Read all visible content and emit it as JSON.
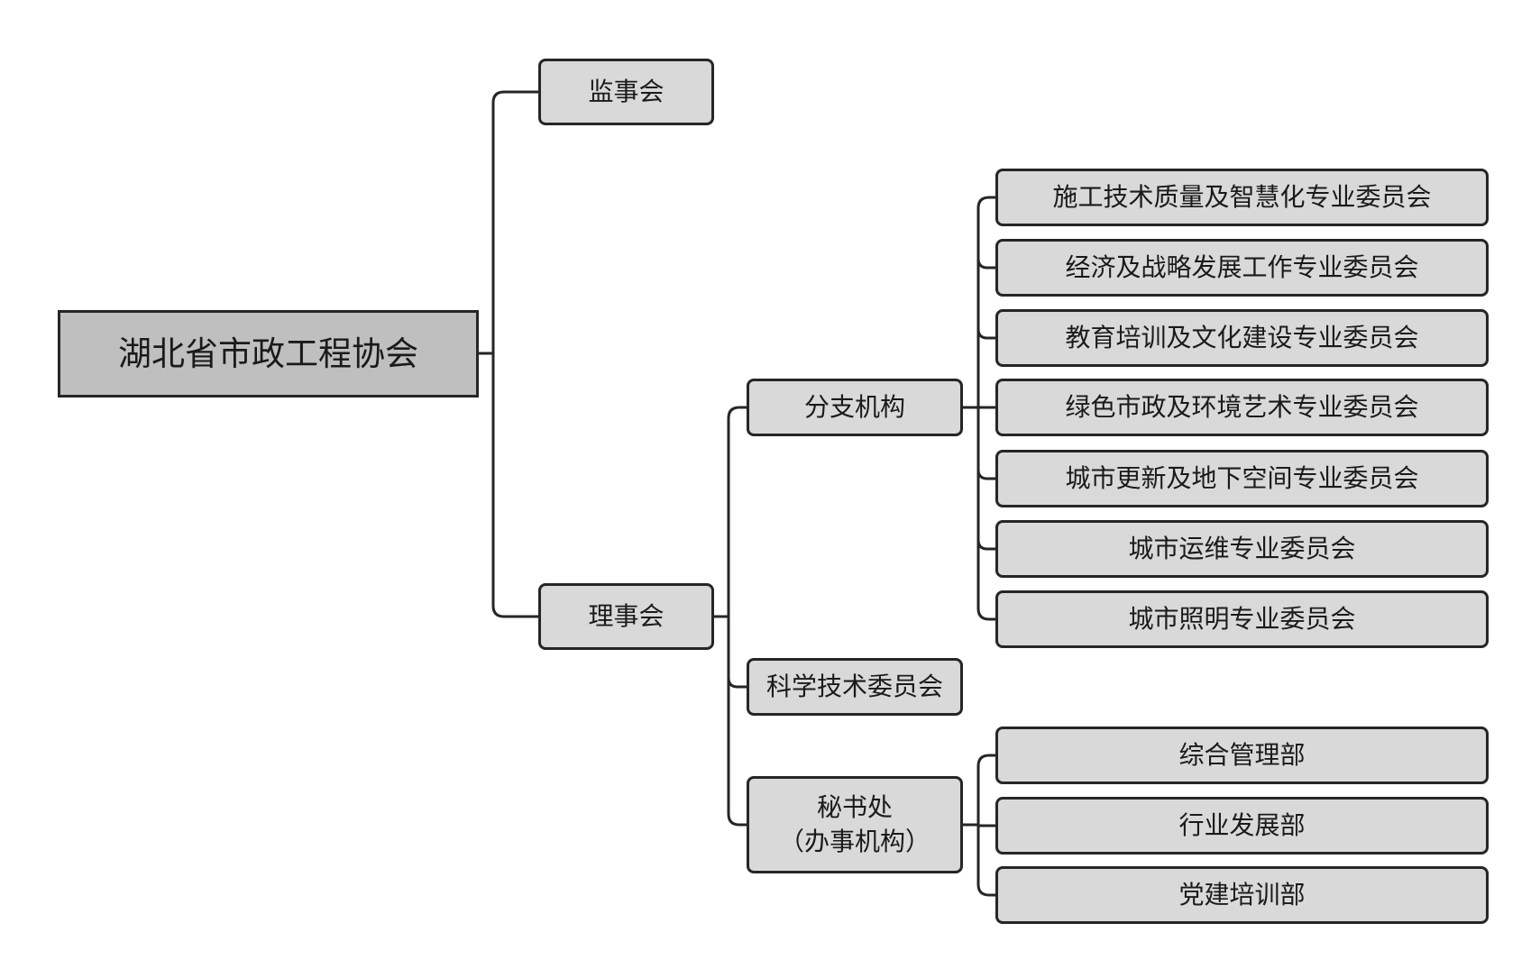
{
  "root": {
    "label": "湖北省市政工程协会"
  },
  "supervisory": {
    "label": "监事会"
  },
  "council": {
    "label": "理事会"
  },
  "branches": {
    "label": "分支机构",
    "items": [
      "施工技术质量及智慧化专业委员会",
      "经济及战略发展工作专业委员会",
      "教育培训及文化建设专业委员会",
      "绿色市政及环境艺术专业委员会",
      "城市更新及地下空间专业委员会",
      "城市运维专业委员会",
      "城市照明专业委员会"
    ]
  },
  "science_committee": {
    "label": "科学技术委员会"
  },
  "secretariat": {
    "label_line1": "秘书处",
    "label_line2": "（办事机构）",
    "items": [
      "综合管理部",
      "行业发展部",
      "党建培训部"
    ]
  },
  "colors": {
    "root_fill": "#bfbfbf",
    "node_fill": "#d9d9d9",
    "line": "#262626"
  }
}
